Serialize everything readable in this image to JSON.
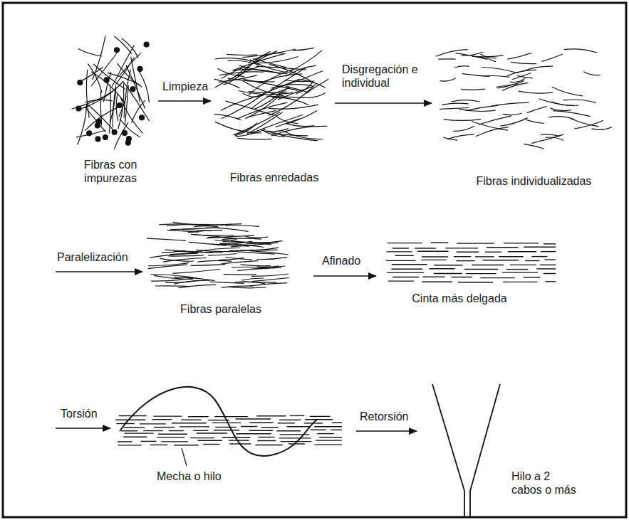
{
  "diagram": {
    "labels": [
      "Limpieza",
      "Disgregación e individual",
      "Fibras con impurezas",
      "Fibras enredadas",
      "Fibras individualizadas",
      "Paralelización",
      "Fibras paralelas",
      "Afinado",
      "Cinta más delgada",
      "Torsión",
      "Mecha o hilo",
      "Retorsión",
      "Hilo a 2 cabos o más"
    ]
  }
}
